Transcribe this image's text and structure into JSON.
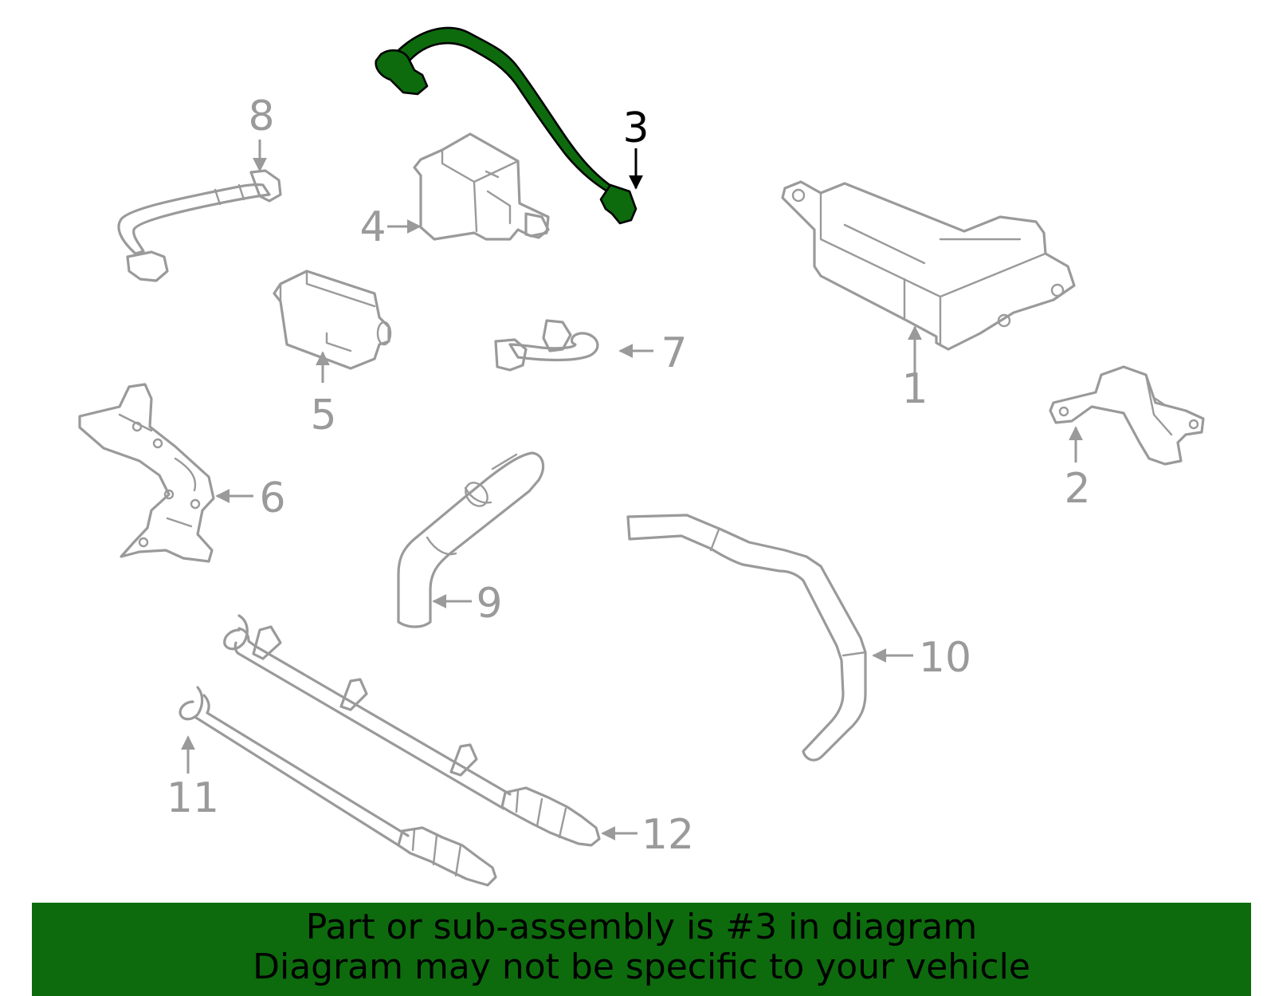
{
  "diagram": {
    "highlighted_part": "3",
    "highlight_color": "#0d6b0d",
    "line_color": "#9a9a9a",
    "callouts": [
      {
        "id": "c1",
        "label": "1"
      },
      {
        "id": "c2",
        "label": "2"
      },
      {
        "id": "c3",
        "label": "3"
      },
      {
        "id": "c4",
        "label": "4"
      },
      {
        "id": "c5",
        "label": "5"
      },
      {
        "id": "c6",
        "label": "6"
      },
      {
        "id": "c7",
        "label": "7"
      },
      {
        "id": "c8",
        "label": "8"
      },
      {
        "id": "c9",
        "label": "9"
      },
      {
        "id": "c10",
        "label": "10"
      },
      {
        "id": "c11",
        "label": "11"
      },
      {
        "id": "c12",
        "label": "12"
      }
    ]
  },
  "banner": {
    "line1": "Part or sub-assembly is #3 in diagram",
    "line2": "Diagram may not be specific to your vehicle",
    "background_color": "#0d6b0d"
  }
}
